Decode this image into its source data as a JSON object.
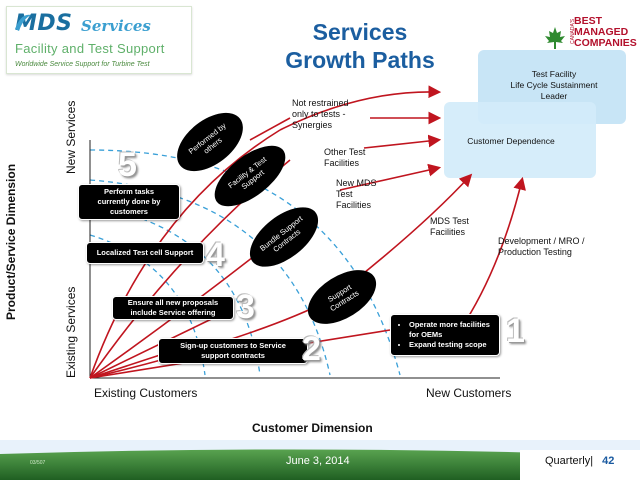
{
  "logo": {
    "brand_left": "MDS",
    "brand_right": "Services",
    "subtitle": "Facility and Test Support",
    "tagline": "Worldwide Service Support for Turbine Test"
  },
  "title": {
    "line1": "Services",
    "line2": "Growth Paths"
  },
  "badge": {
    "small": "CANADA'S",
    "line1": "BEST",
    "line2": "MANAGED",
    "line3": "COMPANIES"
  },
  "axes": {
    "y_title": "Product/Service Dimension",
    "y_high": "New Services",
    "y_low": "Existing Services",
    "x_title": "Customer Dimension",
    "x_low": "Existing Customers",
    "x_high": "New Customers"
  },
  "targets": {
    "test_facility": "Test Facility\nLife Cycle Sustainment\nLeader",
    "customer_dependence": "Customer Dependence"
  },
  "path_labels": {
    "not_restrained": "Not restrained\nonly to tests -\nSynergies",
    "other_test": "Other Test\nFacilities",
    "new_mds": "New MDS\nTest\nFacilities",
    "mds_test": "MDS Test\nFacilities",
    "development": "Development / MRO /\nProduction Testing"
  },
  "ellipses": {
    "performed": "Performed by\nothers",
    "facility_test": "Facility & Test\nSupport",
    "bundle": "Bundle Support\nContracts",
    "support": "Support\nContracts"
  },
  "boxes": {
    "perform_tasks": "Perform tasks\ncurrently done by\ncustomers",
    "localized": "Localized Test cell Support",
    "ensure": "Ensure all new proposals\ninclude Service offering",
    "signup": "Sign-up customers to Service\nsupport contracts",
    "operate_1": "Operate more facilities\nfor OEMs",
    "operate_2": "Expand testing scope"
  },
  "steps": [
    "1",
    "2",
    "3",
    "4",
    "5"
  ],
  "footer": {
    "ref": "03/507",
    "date": "June 3, 2014",
    "label": "Quarterly|",
    "page": "42"
  },
  "colors": {
    "title_blue": "#1b5ea0",
    "arrow_red": "#c0151f",
    "arc_blue": "#3aa0d8",
    "footer_green": "#2f7a2d",
    "box_black": "#000000",
    "target_blue": "#cfe8f6"
  }
}
